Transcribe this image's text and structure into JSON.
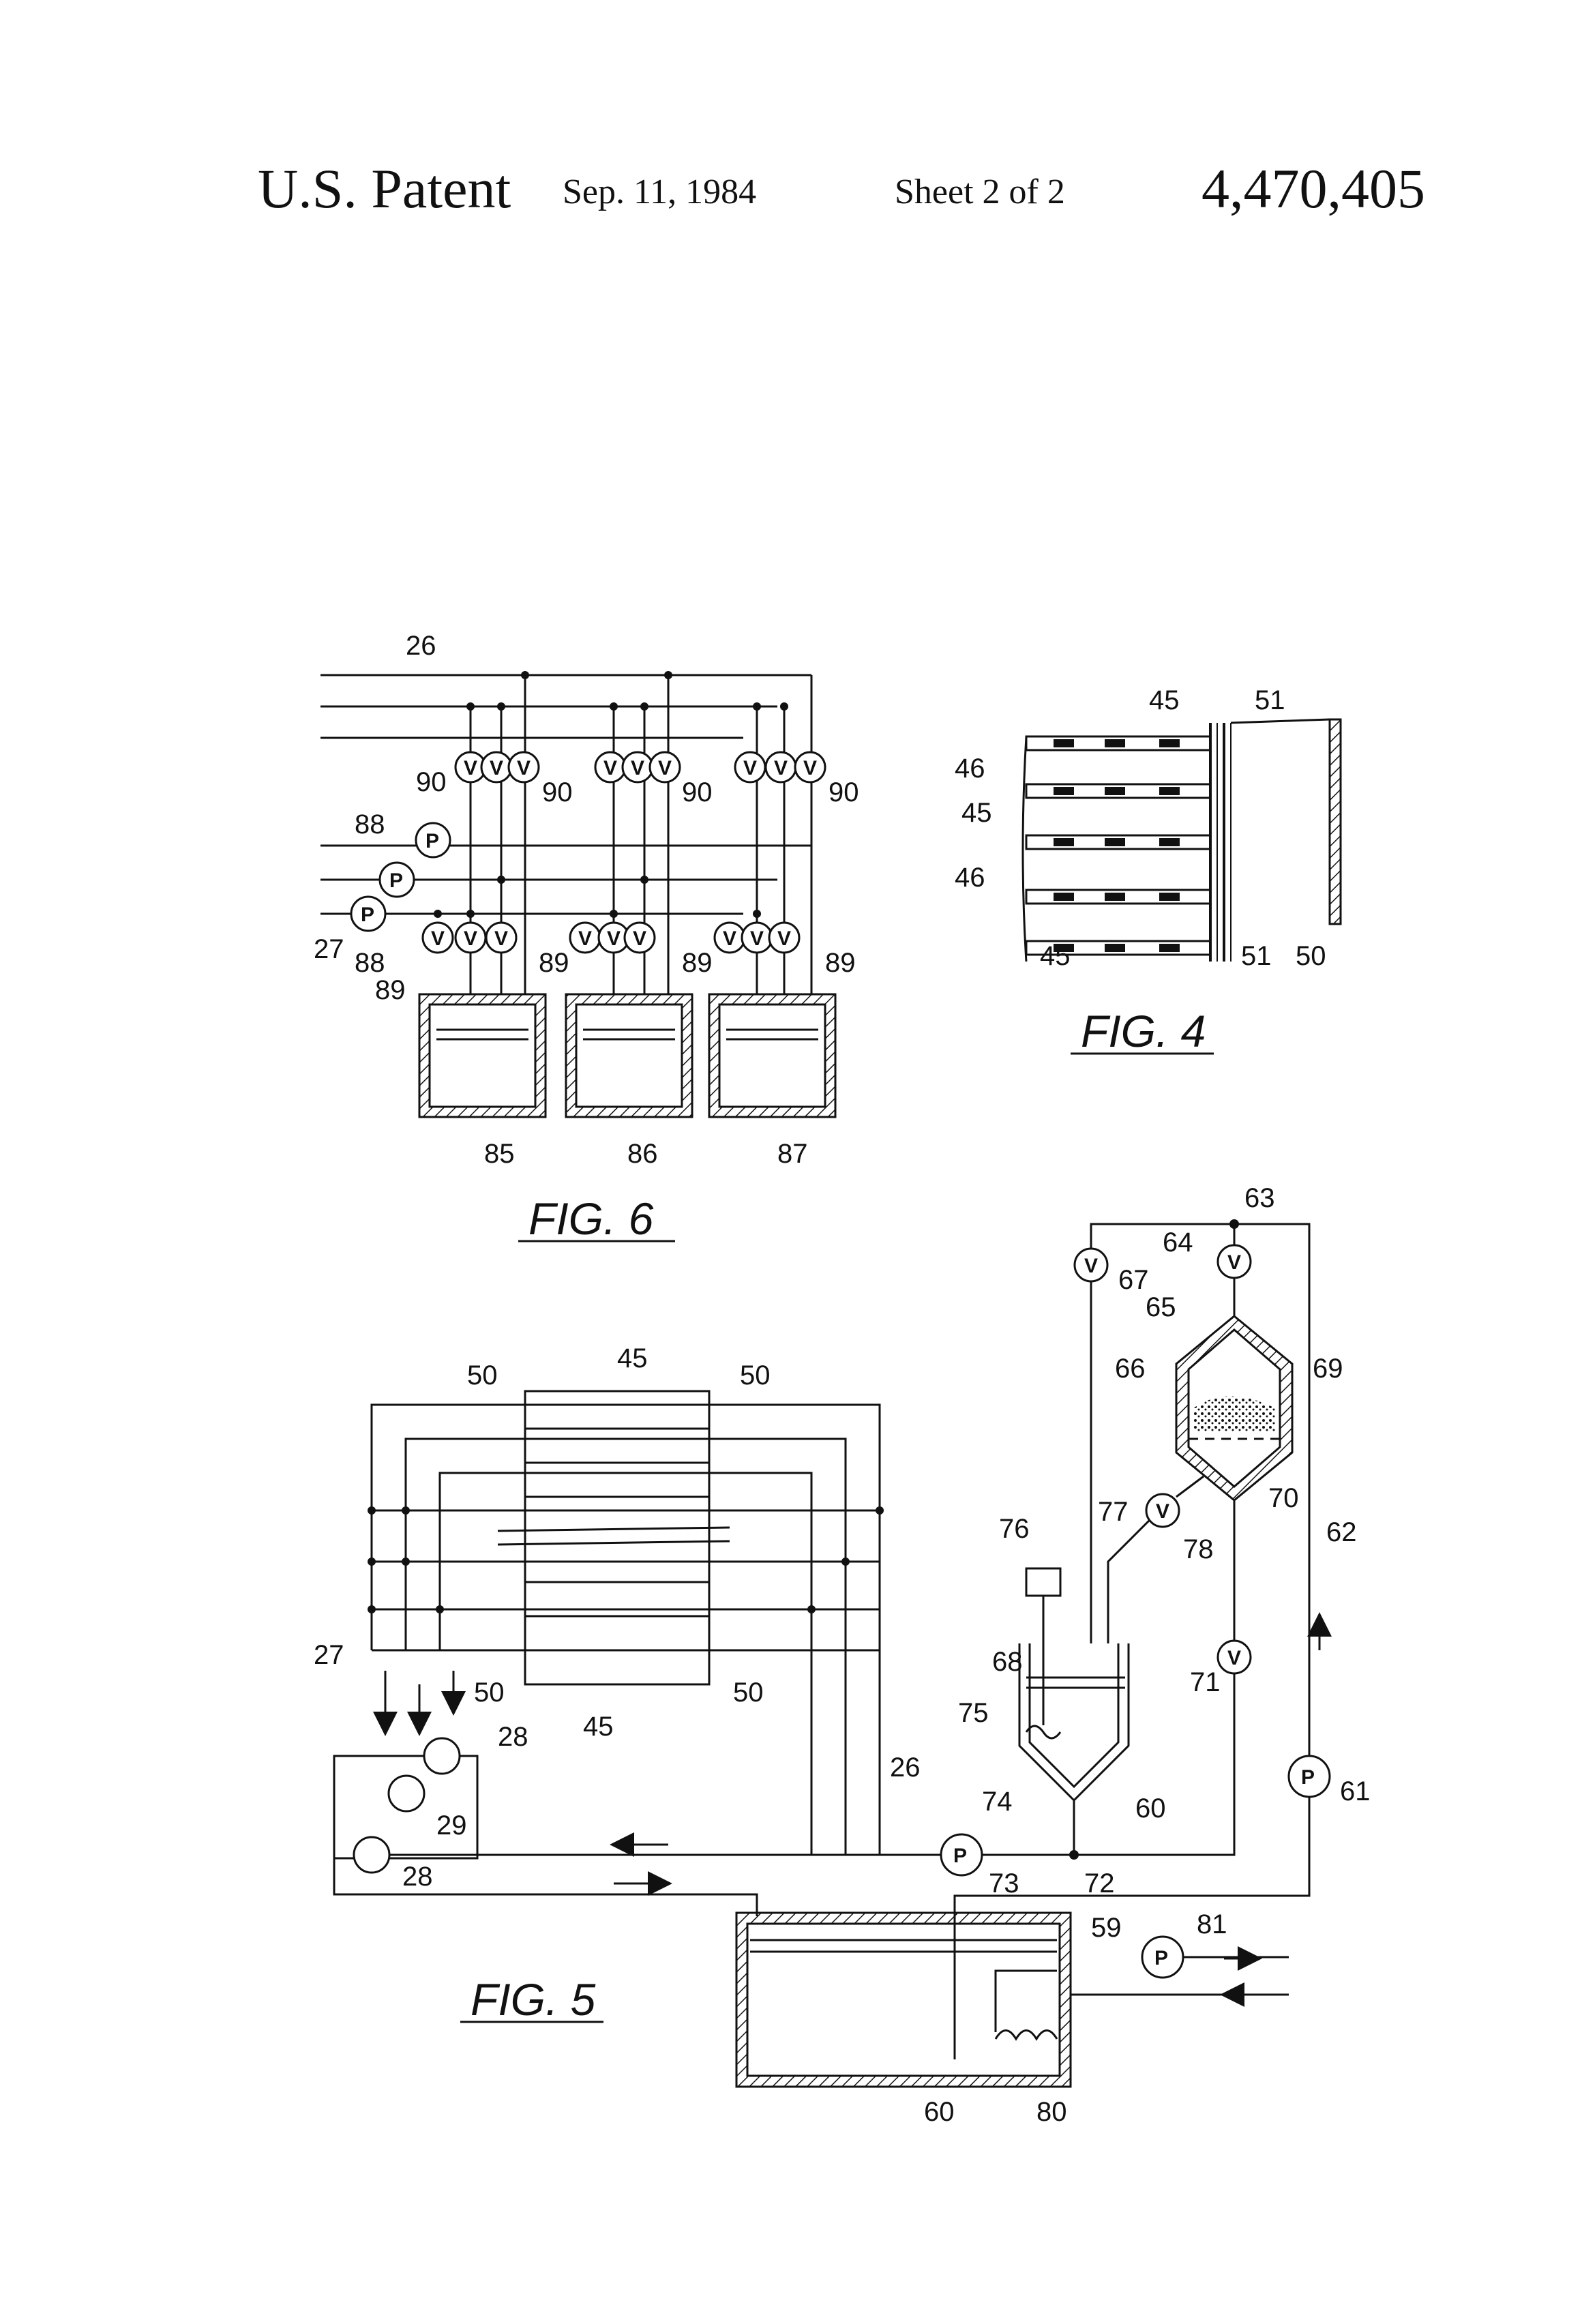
{
  "header": {
    "patent": "U.S. Patent",
    "date": "Sep. 11, 1984",
    "sheet": "Sheet 2 of 2",
    "number": "4,470,405"
  },
  "symbols": {
    "valve": "V",
    "pump": "P"
  },
  "fig6": {
    "caption": "FIG. 6",
    "labels": [
      "26",
      "90",
      "90",
      "90",
      "90",
      "88",
      "27",
      "88",
      "89",
      "89",
      "89",
      "89",
      "85",
      "86",
      "87"
    ]
  },
  "fig4": {
    "caption": "FIG. 4",
    "labels": [
      "45",
      "51",
      "46",
      "45",
      "46",
      "45",
      "51",
      "50"
    ]
  },
  "fig5": {
    "caption": "FIG. 5",
    "labels": [
      "63",
      "64",
      "67",
      "65",
      "66",
      "69",
      "50",
      "45",
      "50",
      "70",
      "77",
      "78",
      "62",
      "76",
      "68",
      "71",
      "27",
      "50",
      "50",
      "75",
      "45",
      "61",
      "28",
      "26",
      "60",
      "29",
      "74",
      "28",
      "73",
      "72",
      "59",
      "81",
      "60",
      "80"
    ]
  }
}
